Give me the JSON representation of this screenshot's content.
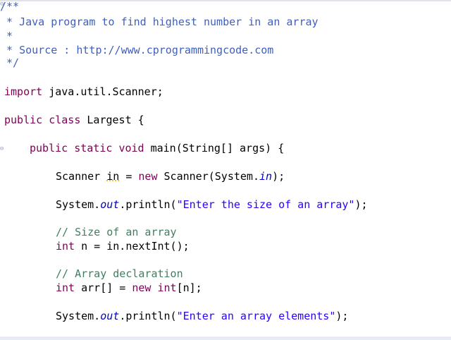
{
  "editor": {
    "doc_open": "/**",
    "doc_star": " *",
    "doc_desc": " * Java program to find highest number in an array",
    "doc_source": " * Source : http://www.cprogrammingcode.com",
    "doc_close": " */",
    "import_kw": "import",
    "import_rest": " java.util.Scanner;",
    "public_kw": "public",
    "class_kw": "class",
    "class_rest": " Largest {",
    "main_public": "public",
    "main_static": "static",
    "main_void": "void",
    "main_sig1": " main(String[] ",
    "main_args": "args",
    "main_sig2": ") {",
    "scanner_pre": "Scanner ",
    "scanner_in": "in",
    "scanner_eq": " = ",
    "scanner_new": "new",
    "scanner_mid": " Scanner(System.",
    "scanner_sysin": "in",
    "scanner_end": ");",
    "print1_pre": "System.",
    "print1_out": "out",
    "print1_mid": ".println(",
    "print1_str": "\"Enter the size of an array\"",
    "print1_end": ");",
    "cmt_size": "// Size of an array",
    "int_kw": "int",
    "int_rest": " n = in.nextInt();",
    "cmt_arr": "// Array declaration",
    "arr_int": "int",
    "arr_mid": " arr[] = ",
    "arr_new": "new",
    "arr_int2": "int",
    "arr_end": "[n];",
    "print2_pre": "System.",
    "print2_out": "out",
    "print2_mid": ".println(",
    "print2_str": "\"Enter an array elements\"",
    "print2_end": ");"
  }
}
